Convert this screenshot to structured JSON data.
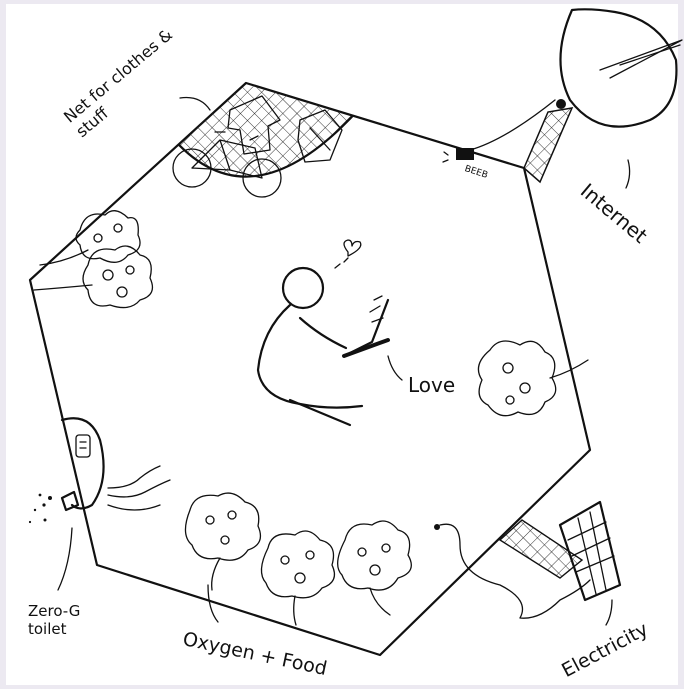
{
  "labels": {
    "net": "Net for clothes & stuff",
    "internet": "Internet",
    "love": "Love",
    "zero_g": "Zero-G toilet",
    "oxygen_food": "Oxygen + Food",
    "electricity": "Electricity",
    "beeb": "BEEB"
  },
  "colors": {
    "ink": "#111111",
    "background": "#ffffff"
  }
}
